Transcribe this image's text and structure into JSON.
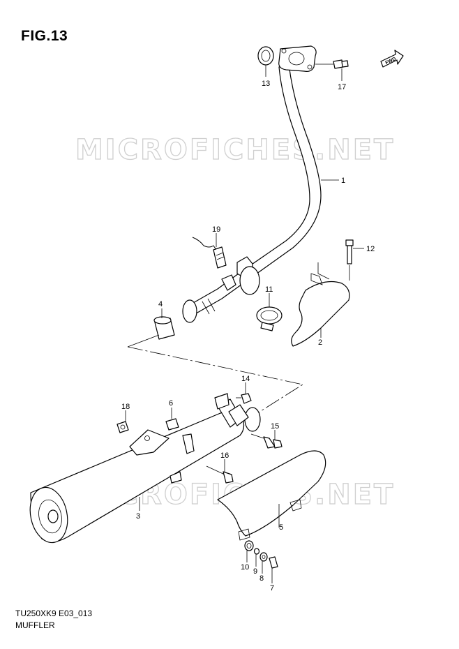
{
  "figure": {
    "title": "FIG.13",
    "code": "TU250XK9 E03_013",
    "name": "MUFFLER",
    "watermark": "MICROFICHES.NET",
    "fwd_label": "FWD"
  },
  "callouts": [
    "1",
    "2",
    "3",
    "4",
    "5",
    "6",
    "7",
    "8",
    "9",
    "10",
    "11",
    "12",
    "13",
    "14",
    "15",
    "16",
    "17",
    "18",
    "19"
  ]
}
